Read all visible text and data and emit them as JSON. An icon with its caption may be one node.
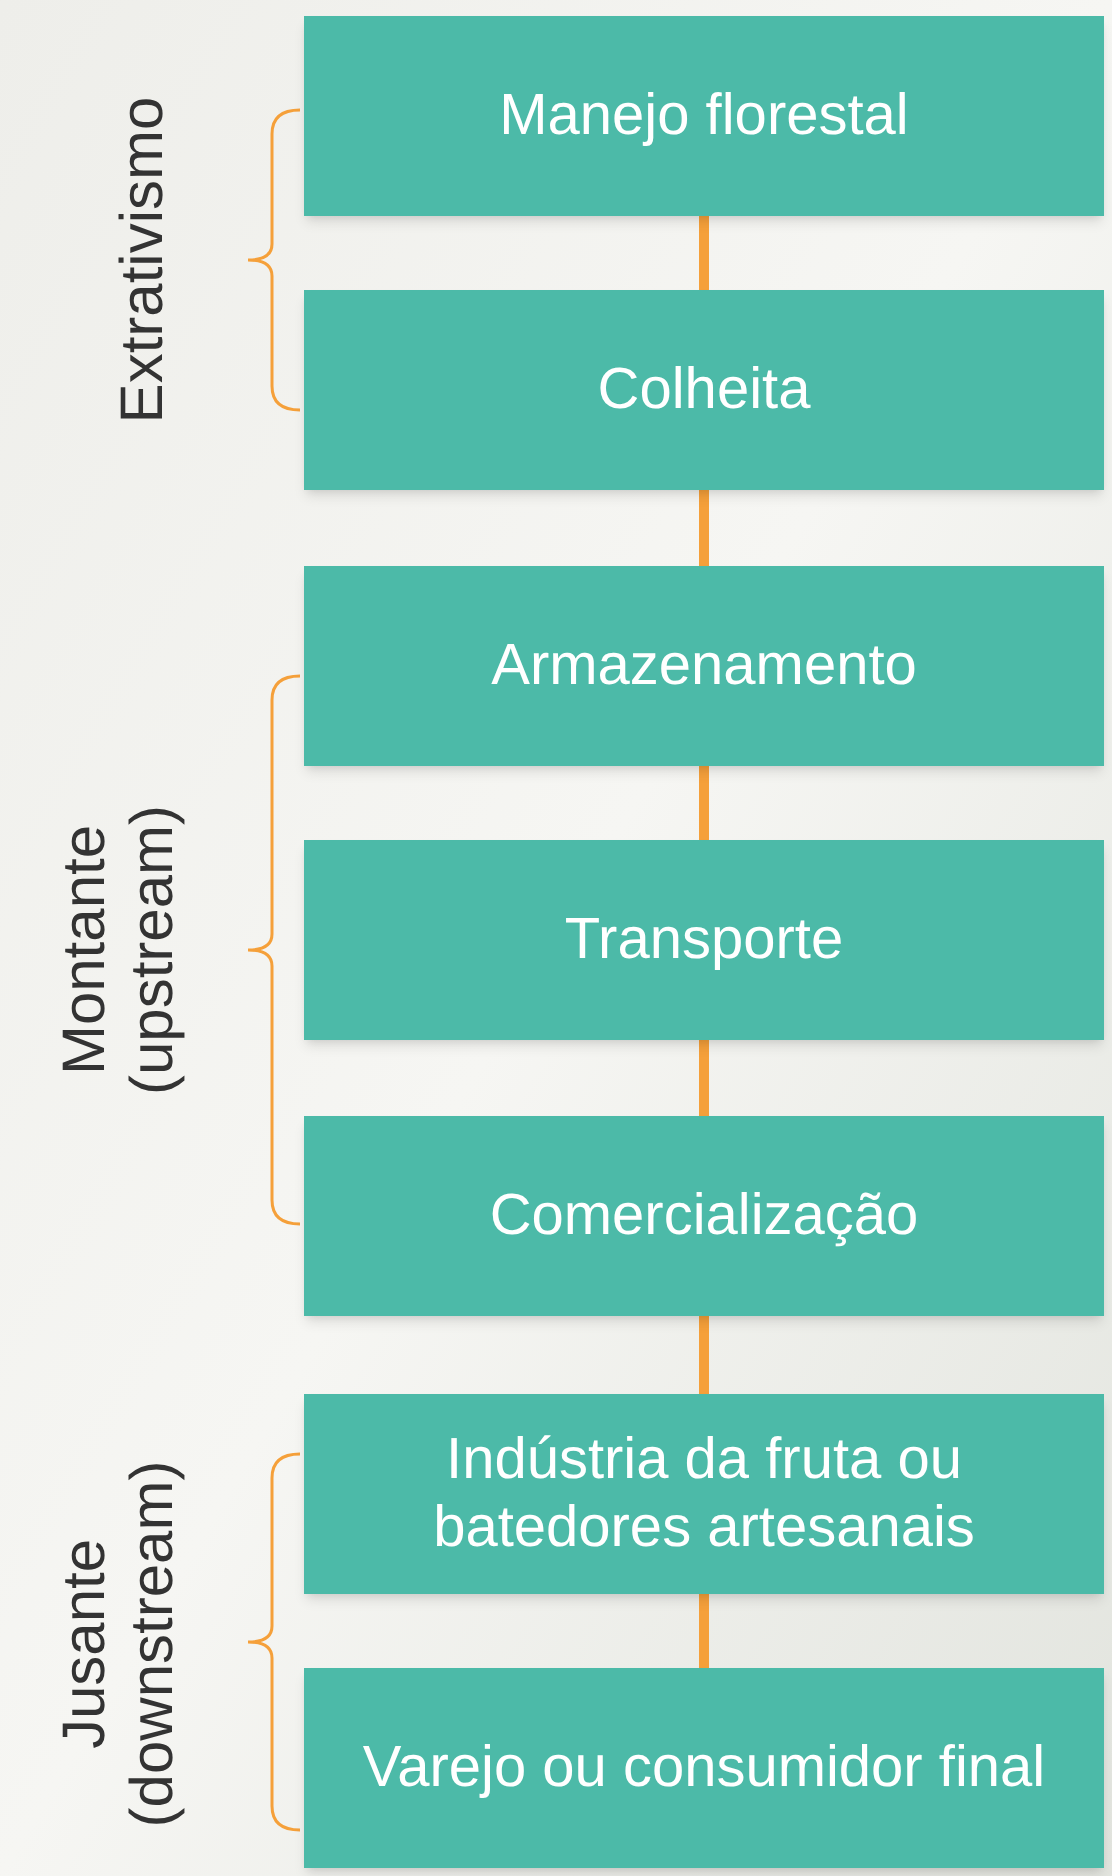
{
  "diagram": {
    "nodes": [
      {
        "text": [
          "Manejo florestal"
        ]
      },
      {
        "text": [
          "Colheita"
        ]
      },
      {
        "text": [
          "Armazenamento"
        ]
      },
      {
        "text": [
          "Transporte"
        ]
      },
      {
        "text": [
          "Comercialização"
        ]
      },
      {
        "text": [
          "Indústria da fruta ou batedores artesanais"
        ]
      },
      {
        "text": [
          "Varejo ou consumidor final"
        ]
      }
    ],
    "edges": [
      {
        "from": 0,
        "to": 1,
        "arrow": "none"
      },
      {
        "from": 1,
        "to": 2,
        "arrow": "none"
      },
      {
        "from": 2,
        "to": 3,
        "arrow": "none"
      },
      {
        "from": 3,
        "to": 4,
        "arrow": "none"
      },
      {
        "from": 4,
        "to": 5,
        "arrow": "none"
      },
      {
        "from": 5,
        "to": 6,
        "arrow": "none"
      }
    ],
    "labels": [
      "Extrativismo",
      "Montante (upstream)",
      "Jusante (downstream)"
    ]
  }
}
